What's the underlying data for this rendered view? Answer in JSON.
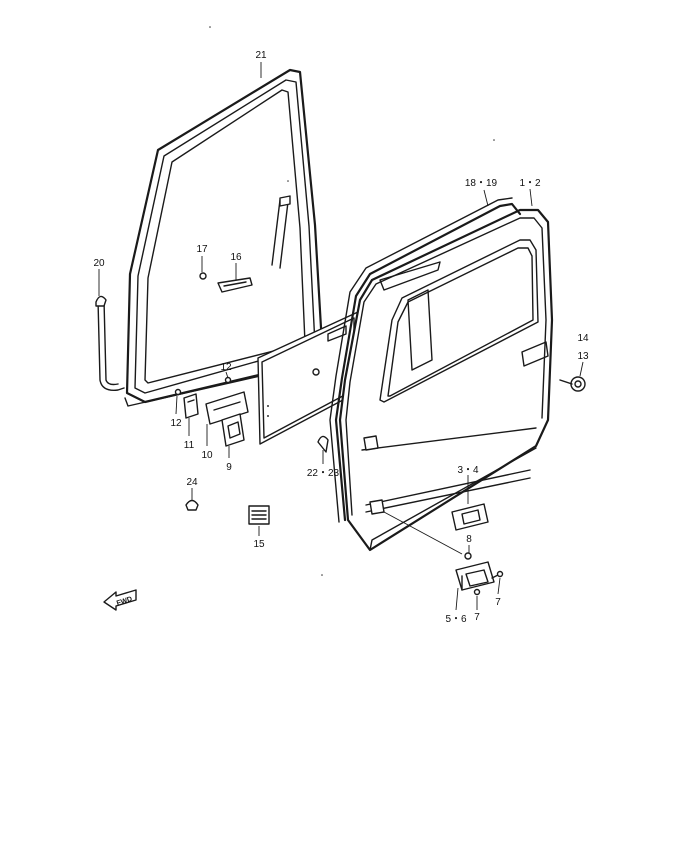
{
  "callouts": [
    {
      "id": "c21",
      "text": "21"
    },
    {
      "id": "c20",
      "text": "20"
    },
    {
      "id": "c17",
      "text": "17"
    },
    {
      "id": "c16",
      "text": "16"
    },
    {
      "id": "c12a",
      "text": "12"
    },
    {
      "id": "c12b",
      "text": "12"
    },
    {
      "id": "c11",
      "text": "11"
    },
    {
      "id": "c10",
      "text": "10"
    },
    {
      "id": "c9",
      "text": "9"
    },
    {
      "id": "c24",
      "text": "24"
    },
    {
      "id": "c15",
      "text": "15"
    },
    {
      "id": "c2223",
      "text": "22・23"
    },
    {
      "id": "c1819",
      "text": "18・19"
    },
    {
      "id": "c12r",
      "text": "1・2"
    },
    {
      "id": "c14",
      "text": "14"
    },
    {
      "id": "c13",
      "text": "13"
    },
    {
      "id": "c34",
      "text": "3・4"
    },
    {
      "id": "c8",
      "text": "8"
    },
    {
      "id": "c7a",
      "text": "7"
    },
    {
      "id": "c7b",
      "text": "7"
    },
    {
      "id": "c56",
      "text": "5・6"
    }
  ],
  "fwd_arrow": {
    "text": "FWD",
    "icon": "front-direction-arrow-icon"
  }
}
